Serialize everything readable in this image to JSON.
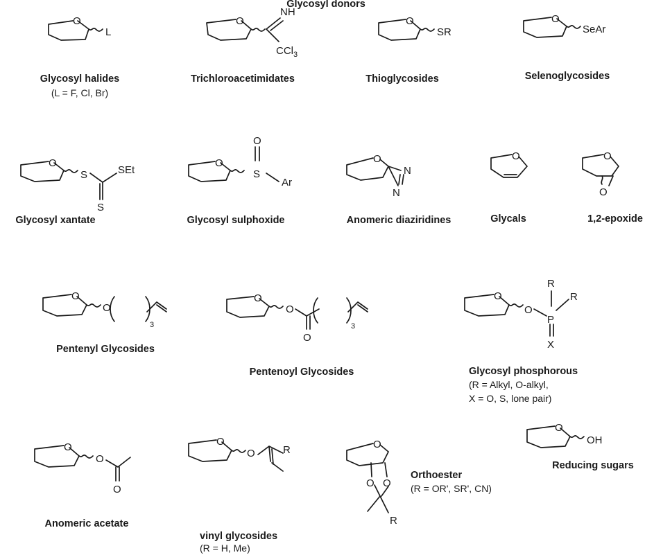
{
  "header": "Glycosyl donors",
  "rows": [
    [
      {
        "id": "halide",
        "name": "Glycosyl halides",
        "note": [
          "(L = F, Cl, Br)"
        ],
        "atoms": [
          "O",
          "L"
        ]
      },
      {
        "id": "imidate",
        "name": "Trichloroacetimidates",
        "note": [],
        "atoms": [
          "O",
          "NH",
          "CCl",
          "3"
        ]
      },
      {
        "id": "thio",
        "name": "Thioglycosides",
        "note": [],
        "atoms": [
          "O",
          "SR"
        ]
      },
      {
        "id": "seleno",
        "name": "Selenoglycosides",
        "note": [],
        "atoms": [
          "O",
          "SeAr"
        ]
      }
    ],
    [
      {
        "id": "xanthate",
        "name": "Glycosyl xantate",
        "note": [],
        "atoms": [
          "O",
          "S",
          "SEt",
          "S"
        ]
      },
      {
        "id": "sulfoxide",
        "name": "Glycosyl sulphoxide",
        "note": [],
        "atoms": [
          "O",
          "O",
          "S",
          "Ar"
        ]
      },
      {
        "id": "diazirine",
        "name": "Anomeric diaziridines",
        "note": [],
        "atoms": [
          "O",
          "N",
          "N"
        ]
      },
      {
        "id": "glycal",
        "name": "Glycals",
        "note": [],
        "atoms": [
          "O"
        ]
      },
      {
        "id": "epoxide",
        "name": "1,2-epoxide",
        "note": [],
        "atoms": [
          "O",
          "O"
        ]
      }
    ],
    [
      {
        "id": "pentenyl",
        "name": "Pentenyl Glycosides",
        "note": [],
        "atoms": [
          "O",
          "O",
          "3"
        ]
      },
      {
        "id": "pentenoyl",
        "name": "Pentenoyl Glycosides",
        "note": [],
        "atoms": [
          "O",
          "O",
          "O",
          "3"
        ]
      },
      {
        "id": "phosphorous",
        "name": "Glycosyl phosphorous",
        "note": [
          "(R = Alkyl, O-alkyl,",
          "X = O, S, lone pair)"
        ],
        "atoms": [
          "O",
          "O",
          "P",
          "R",
          "R",
          "X"
        ]
      }
    ],
    [
      {
        "id": "acetate",
        "name": "Anomeric acetate",
        "note": [],
        "atoms": [
          "O",
          "O",
          "O"
        ]
      },
      {
        "id": "vinyl",
        "name": "vinyl glycosides",
        "note": [
          "(R = H, Me)"
        ],
        "atoms": [
          "O",
          "O",
          "R"
        ]
      },
      {
        "id": "orthoester",
        "name": "Orthoester",
        "note": [
          "(R = OR', SR', CN)"
        ],
        "atoms": [
          "O",
          "O",
          "O",
          "R"
        ]
      },
      {
        "id": "reducing",
        "name": "Reducing sugars",
        "note": [],
        "atoms": [
          "O",
          "OH"
        ]
      }
    ]
  ]
}
